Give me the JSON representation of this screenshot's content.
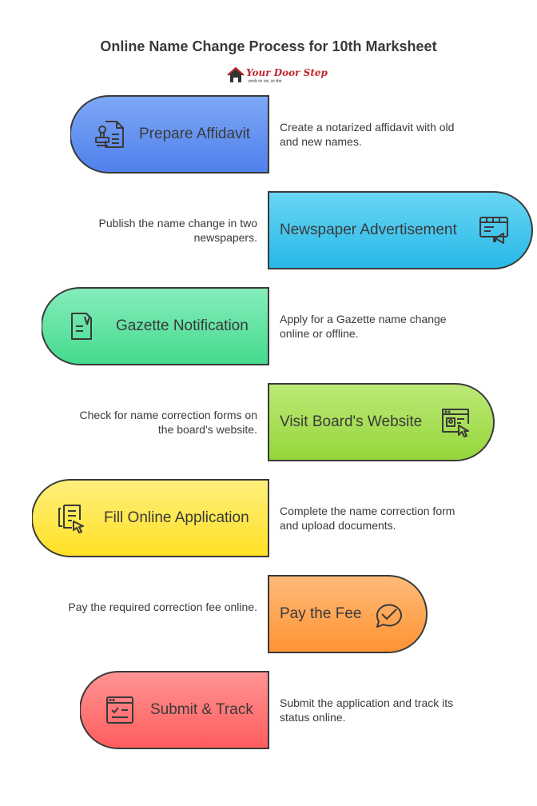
{
  "title": "Online Name Change Process for 10th Marksheet",
  "logo": {
    "name": "Your Door Step",
    "tagline": "आपके घर तक, हर सेवा"
  },
  "steps": [
    {
      "label": "Prepare Affidavit",
      "description": "Create a notarized affidavit with old and new names.",
      "color": "#5b8def",
      "icon": "stamp-document-icon"
    },
    {
      "label": "Newspaper Advertisement",
      "description": "Publish the name change in two newspapers.",
      "color": "#3cc6ee",
      "icon": "billboard-megaphone-icon"
    },
    {
      "label": "Gazette Notification",
      "description": "Apply for a Gazette name change online or offline.",
      "color": "#5fe3a1",
      "icon": "document-notification-icon"
    },
    {
      "label": "Visit Board's Website",
      "description": "Check for name correction forms on the board's website.",
      "color": "#a6e04a",
      "icon": "website-click-icon"
    },
    {
      "label": "Fill Online Application",
      "description": "Complete the name correction form and upload documents.",
      "color": "#ffe34a",
      "icon": "form-cursor-icon"
    },
    {
      "label": "Pay the Fee",
      "description": "Pay the required correction fee online.",
      "color": "#ffa14a",
      "icon": "payment-check-icon"
    },
    {
      "label": "Submit & Track",
      "description": "Submit the application and track its status online.",
      "color": "#ff6e6e",
      "icon": "checklist-window-icon"
    }
  ]
}
